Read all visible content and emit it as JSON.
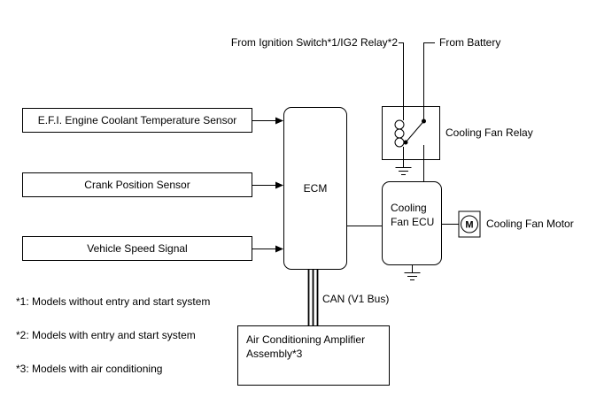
{
  "colors": {
    "line": "#000000",
    "background": "#ffffff",
    "text": "#000000"
  },
  "diagram": {
    "sources": {
      "ignition": "From Ignition Switch*1/IG2 Relay*2",
      "battery": "From Battery"
    },
    "inputs": [
      {
        "label": "E.F.I. Engine Coolant Temperature Sensor"
      },
      {
        "label": "Crank Position Sensor"
      },
      {
        "label": "Vehicle Speed Signal"
      }
    ],
    "ecm": {
      "label": "ECM"
    },
    "relay": {
      "label": "Cooling Fan Relay"
    },
    "fan_ecu": {
      "label": "Cooling Fan ECU"
    },
    "motor": {
      "label": "Cooling Fan Motor",
      "symbol": "M"
    },
    "can_bus": {
      "label": "CAN (V1 Bus)"
    },
    "ac_amplifier": {
      "label": "Air Conditioning Amplifier Assembly*3"
    },
    "footnotes": [
      "*1: Models without entry and start system",
      "*2: Models with entry and start system",
      "*3: Models with air conditioning"
    ]
  }
}
